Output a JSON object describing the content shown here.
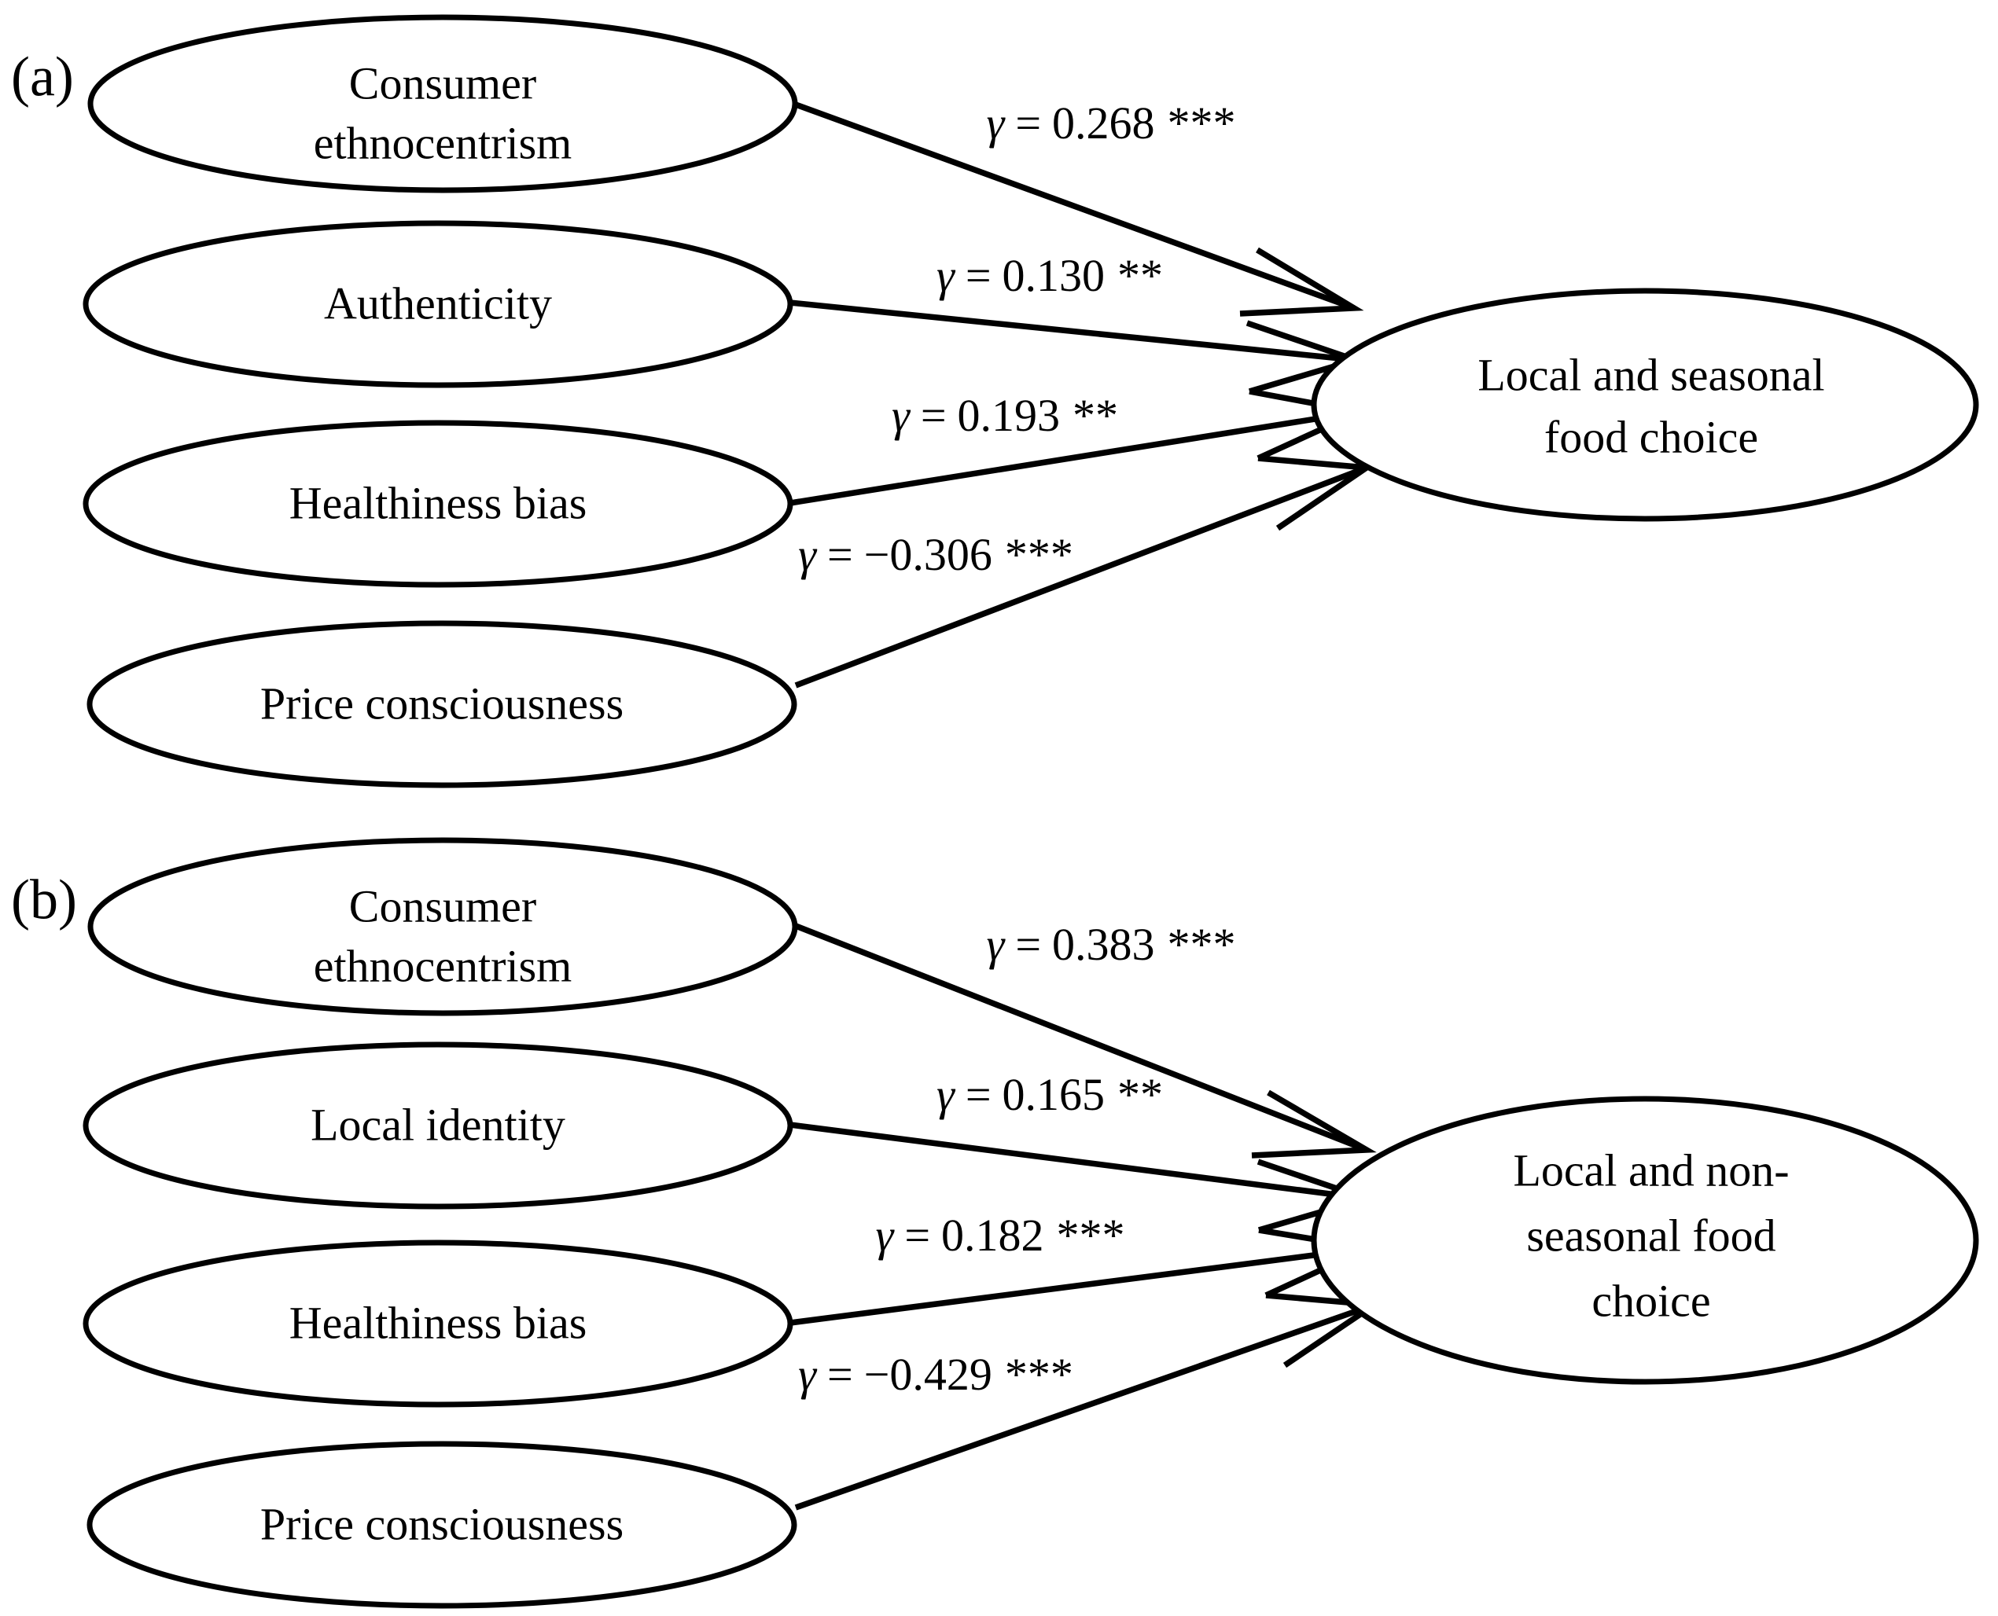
{
  "figure": {
    "type": "path-diagram",
    "description": "Two structural equation model path diagrams showing standardized path coefficients",
    "panels": [
      {
        "id": "a",
        "panel_label": "(a)",
        "outcome": {
          "name": "local-and-seasonal-food-choice",
          "lines": [
            "Local and seasonal",
            "food choice"
          ]
        },
        "predictors": [
          {
            "name": "consumer-ethnocentrism",
            "lines": [
              "Consumer",
              "ethnocentrism"
            ]
          },
          {
            "name": "authenticity",
            "lines": [
              "Authenticity"
            ]
          },
          {
            "name": "healthiness-bias",
            "lines": [
              "Healthiness bias"
            ]
          },
          {
            "name": "price-consciousness",
            "lines": [
              "Price consciousness"
            ]
          }
        ],
        "paths": [
          {
            "from": "consumer-ethnocentrism",
            "to": "local-and-seasonal-food-choice",
            "symbol": "γ",
            "equals": "=",
            "value": "0.268",
            "stars": "***",
            "label": "γ = 0.268 ***"
          },
          {
            "from": "authenticity",
            "to": "local-and-seasonal-food-choice",
            "symbol": "γ",
            "equals": "=",
            "value": "0.130",
            "stars": "**",
            "label": "γ = 0.130 **"
          },
          {
            "from": "healthiness-bias",
            "to": "local-and-seasonal-food-choice",
            "symbol": "γ",
            "equals": "=",
            "value": "0.193",
            "stars": "**",
            "label": "γ = 0.193 **"
          },
          {
            "from": "price-consciousness",
            "to": "local-and-seasonal-food-choice",
            "symbol": "γ",
            "equals": "=",
            "value": "−0.306",
            "stars": "***",
            "label": "γ = −0.306 ***"
          }
        ]
      },
      {
        "id": "b",
        "panel_label": "(b)",
        "outcome": {
          "name": "local-and-non-seasonal-food-choice",
          "lines": [
            "Local and non-",
            "seasonal food",
            "choice"
          ]
        },
        "predictors": [
          {
            "name": "consumer-ethnocentrism",
            "lines": [
              "Consumer",
              "ethnocentrism"
            ]
          },
          {
            "name": "local-identity",
            "lines": [
              "Local identity"
            ]
          },
          {
            "name": "healthiness-bias",
            "lines": [
              "Healthiness bias"
            ]
          },
          {
            "name": "price-consciousness",
            "lines": [
              "Price consciousness"
            ]
          }
        ],
        "paths": [
          {
            "from": "consumer-ethnocentrism",
            "to": "local-and-non-seasonal-food-choice",
            "symbol": "γ",
            "equals": "=",
            "value": "0.383",
            "stars": "***",
            "label": "γ = 0.383 ***"
          },
          {
            "from": "local-identity",
            "to": "local-and-non-seasonal-food-choice",
            "symbol": "γ",
            "equals": "=",
            "value": "0.165",
            "stars": "**",
            "label": "γ = 0.165 **"
          },
          {
            "from": "healthiness-bias",
            "to": "local-and-non-seasonal-food-choice",
            "symbol": "γ",
            "equals": "=",
            "value": "0.182",
            "stars": "***",
            "label": "γ = 0.182 ***"
          },
          {
            "from": "price-consciousness",
            "to": "local-and-non-seasonal-food-choice",
            "symbol": "γ",
            "equals": "=",
            "value": "−0.429",
            "stars": "***",
            "label": "γ = −0.429 ***"
          }
        ]
      }
    ],
    "colors": {
      "stroke": "#000000",
      "fill": "#ffffff",
      "text": "#000000"
    }
  }
}
